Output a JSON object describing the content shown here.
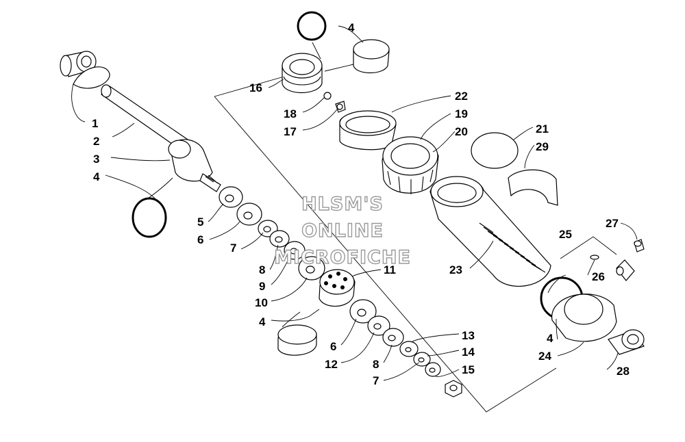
{
  "watermark": {
    "line1": "HLSM'S",
    "line2": "ONLINE",
    "line3": "MICROFICHE",
    "color": "#9a9a9a"
  },
  "callouts": [
    {
      "id": "c1",
      "text": "1"
    },
    {
      "id": "c2",
      "text": "2"
    },
    {
      "id": "c3",
      "text": "3"
    },
    {
      "id": "c4a",
      "text": "4"
    },
    {
      "id": "c5",
      "text": "5"
    },
    {
      "id": "c6a",
      "text": "6"
    },
    {
      "id": "c7a",
      "text": "7"
    },
    {
      "id": "c8a",
      "text": "8"
    },
    {
      "id": "c9",
      "text": "9"
    },
    {
      "id": "c10",
      "text": "10"
    },
    {
      "id": "c4b",
      "text": "4"
    },
    {
      "id": "c11",
      "text": "11"
    },
    {
      "id": "c6b",
      "text": "6"
    },
    {
      "id": "c12",
      "text": "12"
    },
    {
      "id": "c8b",
      "text": "8"
    },
    {
      "id": "c7b",
      "text": "7"
    },
    {
      "id": "c13",
      "text": "13"
    },
    {
      "id": "c14",
      "text": "14"
    },
    {
      "id": "c15",
      "text": "15"
    },
    {
      "id": "c4c",
      "text": "4"
    },
    {
      "id": "c16",
      "text": "16"
    },
    {
      "id": "c18",
      "text": "18"
    },
    {
      "id": "c17",
      "text": "17"
    },
    {
      "id": "c22",
      "text": "22"
    },
    {
      "id": "c19",
      "text": "19"
    },
    {
      "id": "c20",
      "text": "20"
    },
    {
      "id": "c21",
      "text": "21"
    },
    {
      "id": "c29",
      "text": "29"
    },
    {
      "id": "c23",
      "text": "23"
    },
    {
      "id": "c25",
      "text": "25"
    },
    {
      "id": "c27",
      "text": "27"
    },
    {
      "id": "c26",
      "text": "26"
    },
    {
      "id": "c4d",
      "text": "4"
    },
    {
      "id": "c24",
      "text": "24"
    },
    {
      "id": "c28",
      "text": "28"
    }
  ]
}
